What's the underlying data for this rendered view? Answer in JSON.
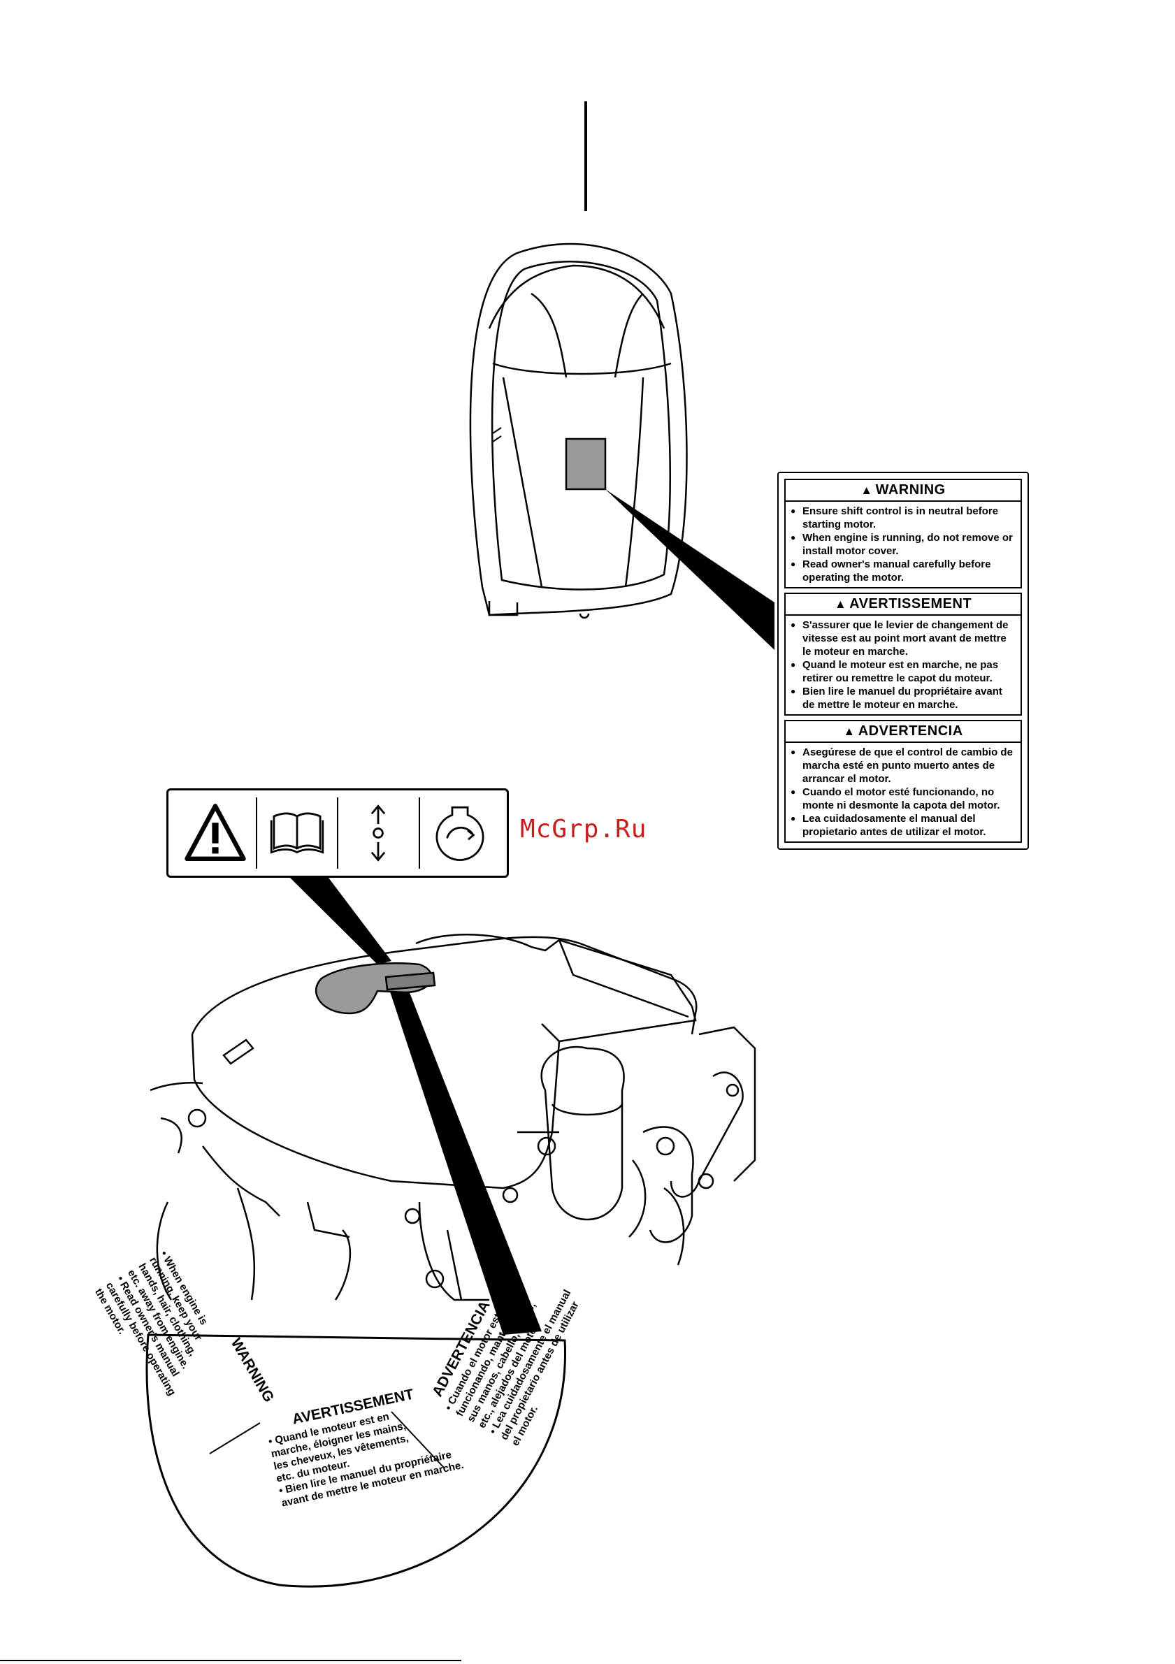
{
  "outboard_label": {
    "english": {
      "heading": "WARNING",
      "items": [
        "Ensure shift control is in neutral before starting motor.",
        "When engine is running, do not remove or install motor cover.",
        "Read owner's manual carefully before operating the motor."
      ]
    },
    "french": {
      "heading": "AVERTISSEMENT",
      "items": [
        "S'assurer que le levier de changement de vitesse est au point mort avant de mettre le moteur en marche.",
        "Quand le moteur est en marche, ne pas retirer ou remettre le capot du moteur.",
        "Bien lire le manuel du propriétaire avant de mettre le moteur en marche."
      ]
    },
    "spanish": {
      "heading": "ADVERTENCIA",
      "items": [
        "Asegúrese de que el control de cambio de marcha esté en punto muerto antes de arrancar el motor.",
        "Cuando el motor esté funcionando, no monte ni desmonte la capota del motor.",
        "Lea cuidadosamente el manual del propietario antes de utilizar el motor."
      ]
    }
  },
  "watermark": "McGrp.Ru",
  "icons": [
    "warning-triangle-icon",
    "manual-book-icon",
    "shift-neutral-icon",
    "rotation-icon"
  ],
  "arc_label": {
    "english": {
      "heading": "WARNING",
      "lines": [
        "• When engine is",
        "running, keep your",
        "hands, hair, clothing,",
        "etc. away from engine.",
        "• Read owner's manual",
        "carefully before operating",
        "the motor."
      ]
    },
    "french": {
      "heading": "AVERTISSEMENT",
      "lines": [
        "• Quand le moteur est en",
        "marche, éloigner les mains,",
        "les cheveux, les vêtements,",
        "etc. du moteur.",
        "• Bien lire le manuel du propriétaire",
        "avant de mettre le moteur en marche."
      ]
    },
    "spanish": {
      "heading": "ADVERTENCIA",
      "lines": [
        "• Cuando el motor esté",
        "funcionando, mantenga",
        "sus manos, cabello, ropas,",
        "etc., alejados del motor.",
        "• Lea cuidadosamente el manual",
        "del propietario antes de utilizar",
        "el motor."
      ]
    }
  }
}
